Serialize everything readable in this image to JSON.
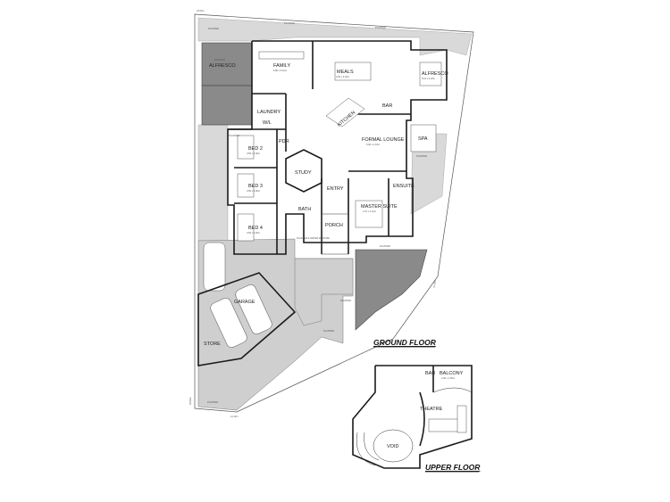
{
  "site": {
    "dim_top": "23.03m",
    "dim_left": "33.64m",
    "dim_right": "31.59m",
    "dim_bottom": "12.12m"
  },
  "ground_floor": {
    "title": "GROUND FLOOR",
    "rooms": {
      "family": "FAMILY",
      "family_dim": "6.80 x 5.10m",
      "meals": "MEALS",
      "meals_dim": "4.50 x 3.40m",
      "alfresco_right": "ALFRESCO",
      "alfresco_right_dim": "5.10 x 3.20m",
      "alfresco_left": "ALFRESCO",
      "alfresco_left_sub": "EXISTING",
      "laundry": "LAUNDRY",
      "wil": "W/L",
      "pdr": "PDR",
      "bar": "BAR",
      "kitchen": "KITCHEN",
      "formal_lounge": "FORMAL LOUNGE",
      "formal_lounge_dim": "5.00 x 4.10m",
      "spa": "SPA",
      "bed2": "BED 2",
      "bed2_dim": "3.50 x 3.00m",
      "bed3": "BED 3",
      "bed3_dim": "3.50 x 3.00m",
      "bed4": "BED 4",
      "bed4_dim": "3.50 x 3.40m",
      "study": "STUDY",
      "entry": "ENTRY",
      "ensuite": "ENSUITE",
      "master_suite": "MASTER SUITE",
      "master_suite_dim": "4.70 x 4.10m",
      "bath": "BATH",
      "porch": "PORCH",
      "garage": "GARAGE",
      "store": "STORE",
      "planter_labels": [
        "PLANTER",
        "PLANTER",
        "PLANTER",
        "PLANTER",
        "PLANTER",
        "PLANTER",
        "PLANTER",
        "PLANTER",
        "PLANTER"
      ],
      "planter_feature": "PLANTER & WATER FEATURE"
    }
  },
  "upper_floor": {
    "title": "UPPER FLOOR",
    "rooms": {
      "bar": "BAR",
      "balcony": "BALCONY",
      "balcony_dim": "3.40 x 1.50m",
      "theatre": "THEATRE",
      "void": "VOID"
    }
  }
}
